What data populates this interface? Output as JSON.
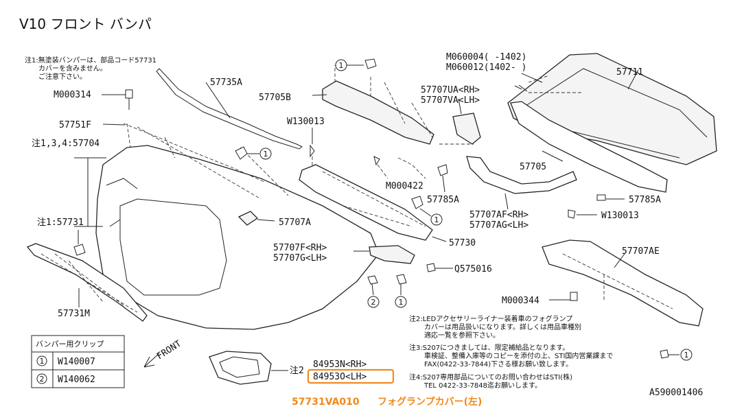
{
  "title": "V10 フロント バンパ",
  "ref_code": "A590001406",
  "caption": {
    "part_number": "57731VA010",
    "part_name": "フォグランプカバー(左)",
    "highlight_color": "#f08a1c"
  },
  "labels": {
    "p57735A": "57735A",
    "p57705B": "57705B",
    "p57711": "57711",
    "pM000314": "M000314",
    "p57751F": "57751F",
    "pW130013a": "W130013",
    "p57707UA": "57707UA<RH>",
    "p57707VA": "57707VA<LH>",
    "pM060004": "M060004(   -1402)",
    "pM060012": "M060012(1402-  )",
    "p57704": "注1,3,4:57704",
    "p57705": "57705",
    "pM000422": "M000422",
    "p57785Aa": "57785A",
    "p57785Ab": "57785A",
    "p57707AF": "57707AF<RH>",
    "p57707AG": "57707AG<LH>",
    "pW130013b": "W130013",
    "p57731": "注1:57731",
    "p57707A": "57707A",
    "p57730": "57730",
    "p57707F": "57707F<RH>",
    "p57707G": "57707G<LH>",
    "pQ575016": "Q575016",
    "p57707AE": "57707AE",
    "pM000344": "M000344",
    "p57731M": "57731M",
    "front": "FRONT",
    "p84953N": "84953N<RH>",
    "p84953O": "84953O<LH>",
    "note2_prefix": "注2"
  },
  "callouts": {
    "c1": "1",
    "c2": "2"
  },
  "notes": {
    "n1": [
      "注1:無塗装バンパーは、部品コード57731",
      "カバーを含みません。",
      "ご注意下さい。"
    ],
    "n2": [
      "注2:LEDアクセサリーライナー装着車のフォグランプ",
      "カバーは用品扱いになります。詳しくは用品車種別",
      "適応一覧を参照下さい。"
    ],
    "n3": [
      "注3:S207につきましては、限定補給品となります。",
      "車検証、整備入庫等のコピーを添付の上、STI国内営業課まで",
      "FAX(0422-33-7844)下さる様お願い致します。"
    ],
    "n4": [
      "注4:S207専用部品についてのお問い合わせはSTI(株)",
      "TEL 0422-33-7848迄お願いします。"
    ]
  },
  "clip_table": {
    "header": "バンパー用クリップ",
    "rows": [
      {
        "num": "1",
        "part": "W140007"
      },
      {
        "num": "2",
        "part": "W140062"
      }
    ]
  }
}
